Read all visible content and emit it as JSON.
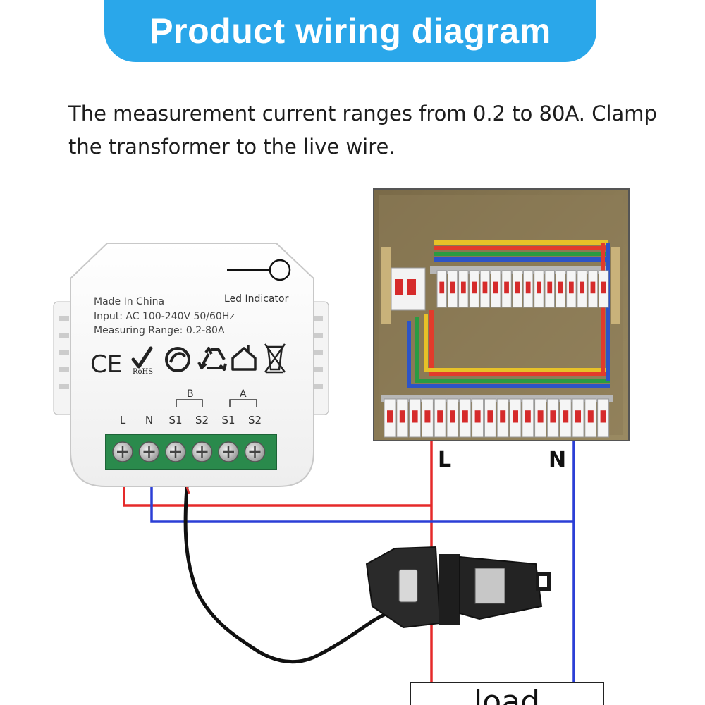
{
  "header": {
    "title": "Product wiring diagram",
    "accent": "#2aa7ea"
  },
  "description": {
    "line1": "The measurement current ranges from 0.2 to 80A. Clamp",
    "line2": "the transformer to the live wire."
  },
  "device": {
    "made_in": "Made In China",
    "input": "Input: AC 100-240V 50/60Hz",
    "measuring_range": "Measuring Range: 0.2-80A",
    "led_indicator": "Led Indicator",
    "rohs": "RoHS",
    "ce": "CE",
    "group_b": "B",
    "group_a": "A",
    "terminals": [
      "L",
      "N",
      "S1",
      "S2",
      "S1",
      "S2"
    ]
  },
  "wiring": {
    "live_label": "L",
    "neutral_label": "N",
    "load_label": "load",
    "live_color": "#e52a2a",
    "neutral_color": "#2b3fd6"
  },
  "icons": [
    "ce-mark",
    "check-icon",
    "green-dot-icon",
    "recycle-icon",
    "home-icon",
    "weee-bin-icon"
  ]
}
